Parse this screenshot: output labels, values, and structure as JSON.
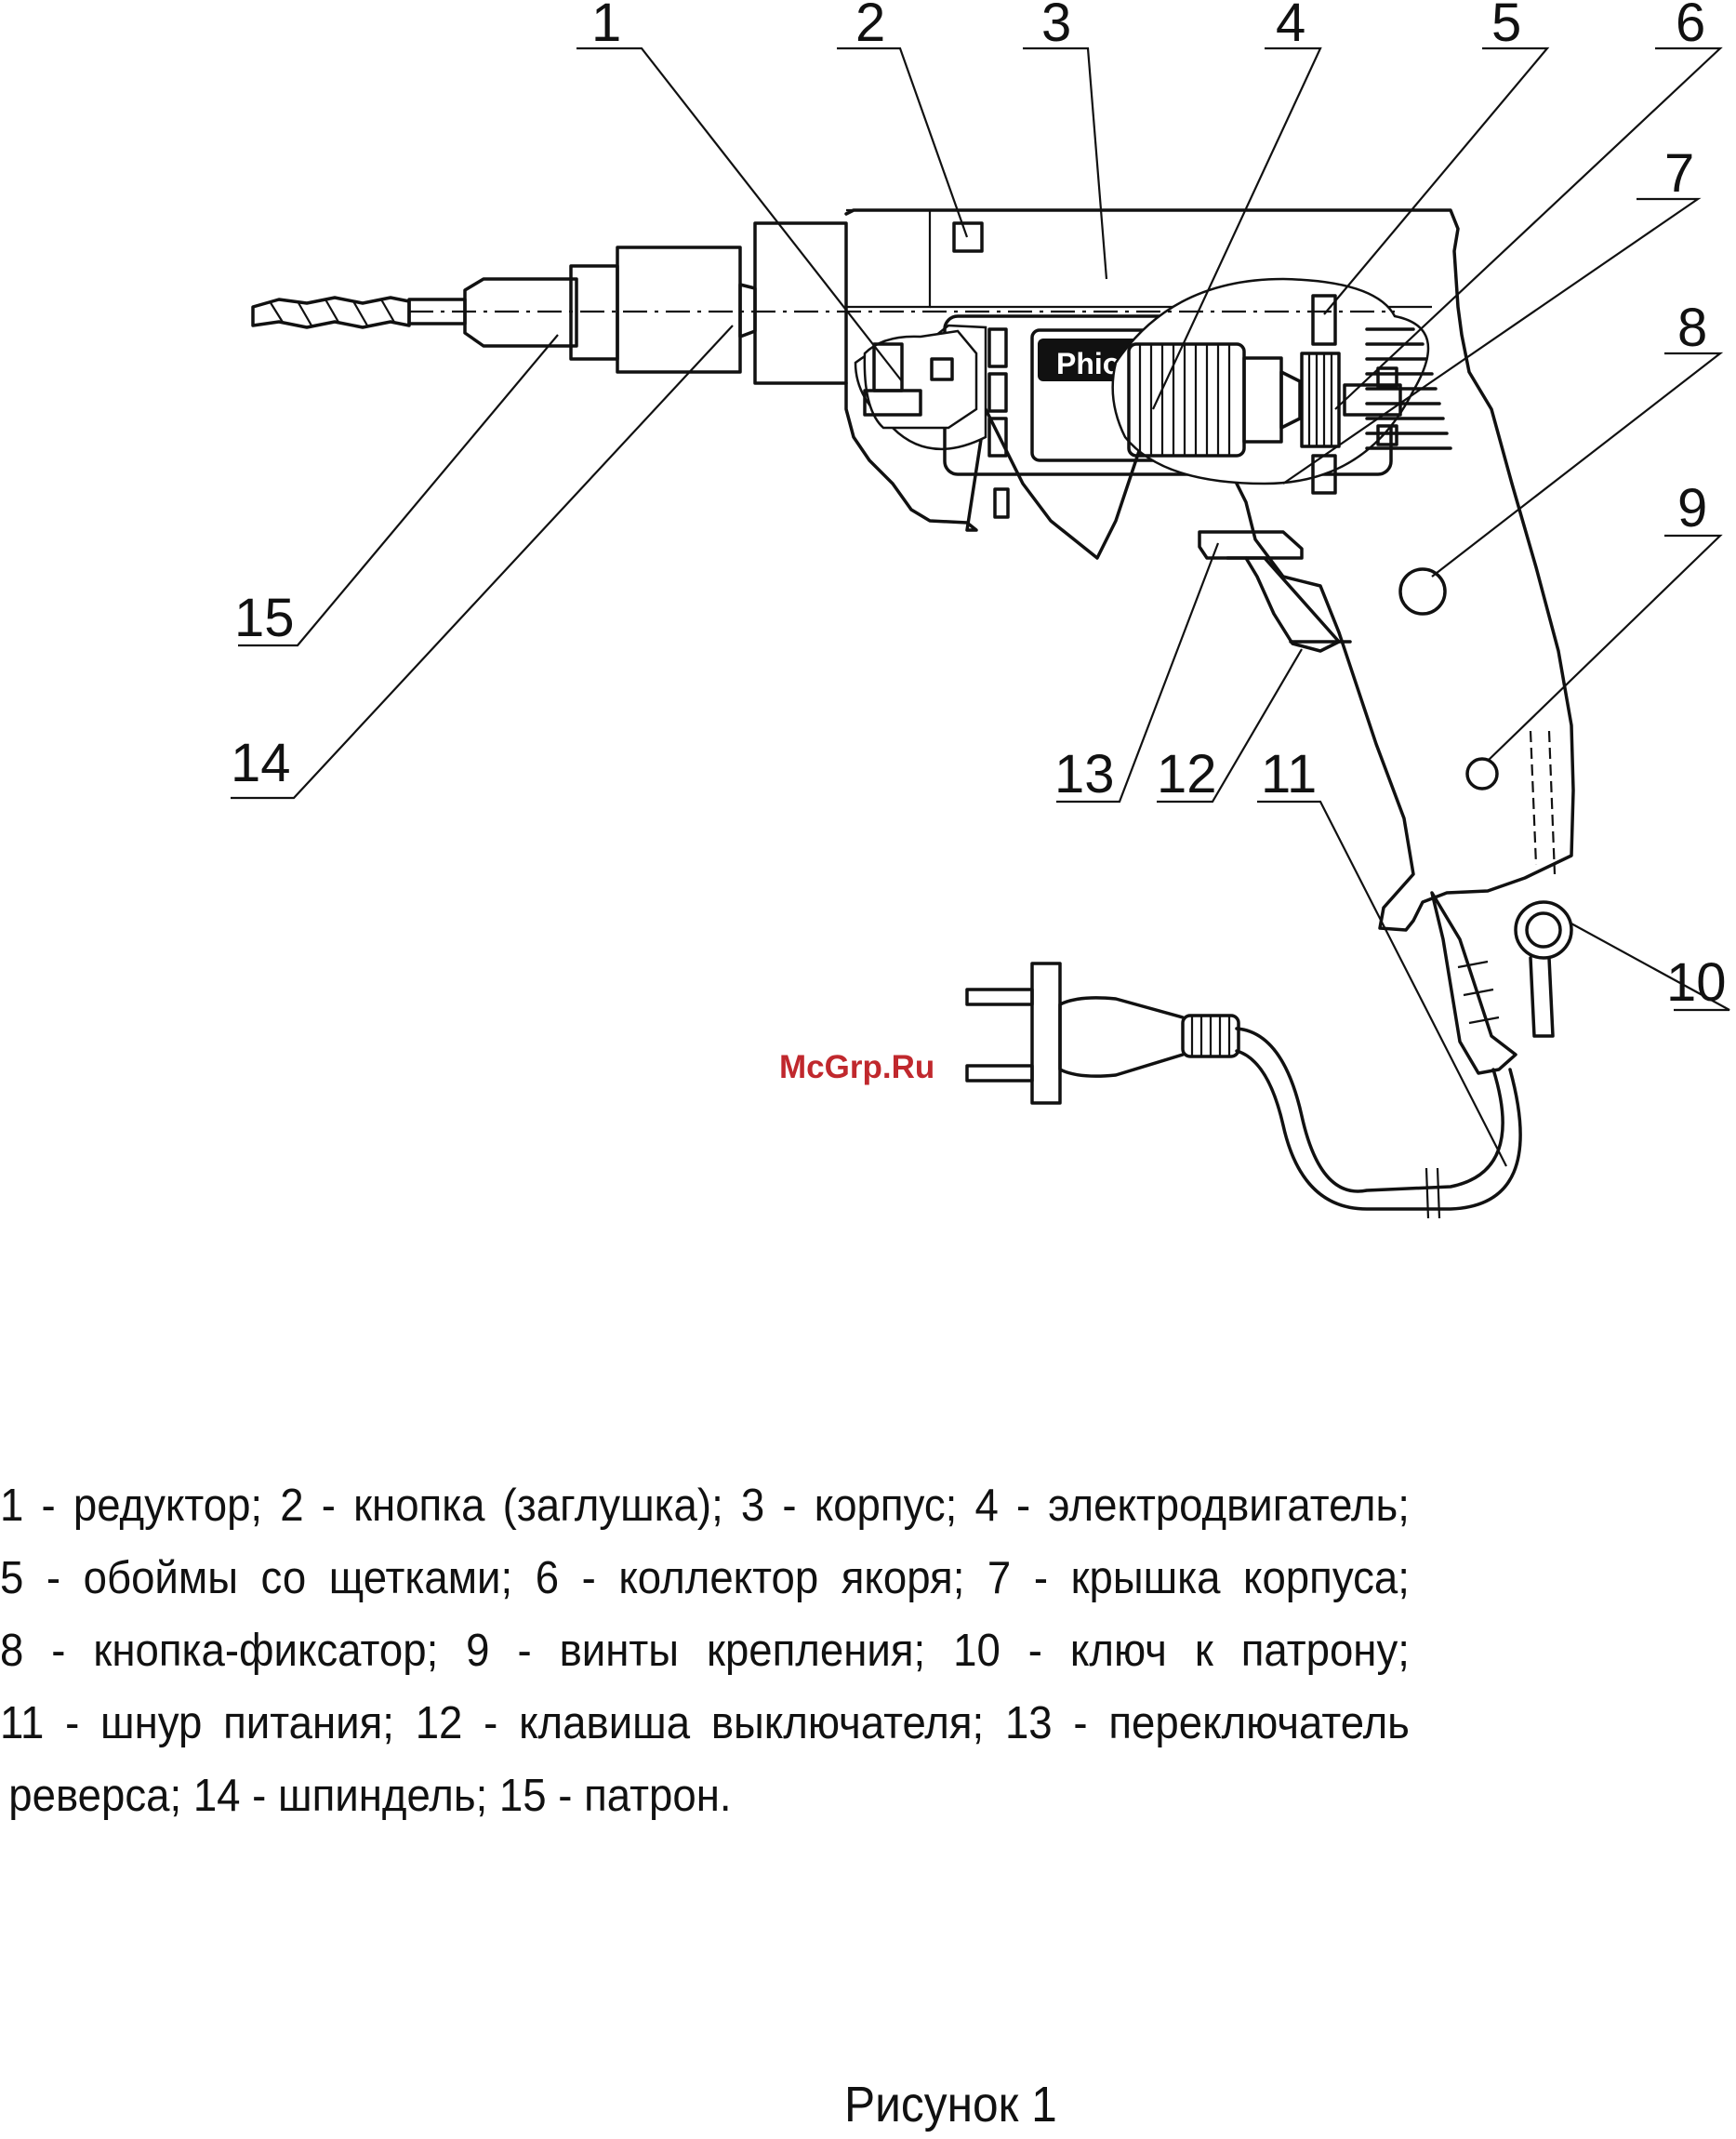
{
  "figure": {
    "brand_label": "Phiol",
    "watermark": "McGrp.Ru",
    "callouts": [
      "1",
      "2",
      "3",
      "4",
      "5",
      "6",
      "7",
      "8",
      "9",
      "10",
      "11",
      "12",
      "13",
      "14",
      "15"
    ],
    "legend_lines": [
      "1 - редуктор; 2 - кнопка (заглушка); 3 - корпус; 4 - электродвигатель;",
      "5 - обоймы со щетками; 6 - коллектор якоря; 7 - крышка корпуса;",
      "8 - кнопка-фиксатор; 9 - винты крепления; 10 - ключ к патрону;",
      "11 - шнур питания; 12 - клавиша выключателя; 13 - переключатель",
      "реверса;  14 - шпиндель;  15 - патрон."
    ],
    "caption": "Рисунок 1"
  }
}
